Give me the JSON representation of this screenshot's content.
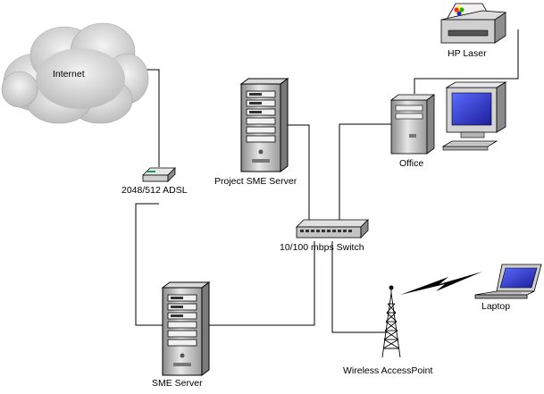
{
  "nodes": {
    "internet": {
      "label": "Internet",
      "icon": "cloud-icon"
    },
    "adsl": {
      "label": "2048/512 ADSL",
      "icon": "modem-icon"
    },
    "project_server": {
      "label": "Project SME Server",
      "icon": "tower-server-icon"
    },
    "switch": {
      "label": "10/100 mbps Switch",
      "icon": "network-switch-icon"
    },
    "printer": {
      "label": "HP Laser",
      "icon": "printer-icon"
    },
    "office": {
      "label": "Office",
      "icon": "desktop-computer-icon"
    },
    "sme_server": {
      "label": "SME Server",
      "icon": "tower-server-icon"
    },
    "access_point": {
      "label": "Wireless AccessPoint",
      "icon": "antenna-tower-icon"
    },
    "laptop": {
      "label": "Laptop",
      "icon": "laptop-icon"
    }
  },
  "colors": {
    "line": "#000000",
    "device_gray": "#c0c0c0",
    "screen_blue": "#2c2ccf",
    "modem_green": "#1f9c5a",
    "cloud": "#d6d6d6"
  }
}
